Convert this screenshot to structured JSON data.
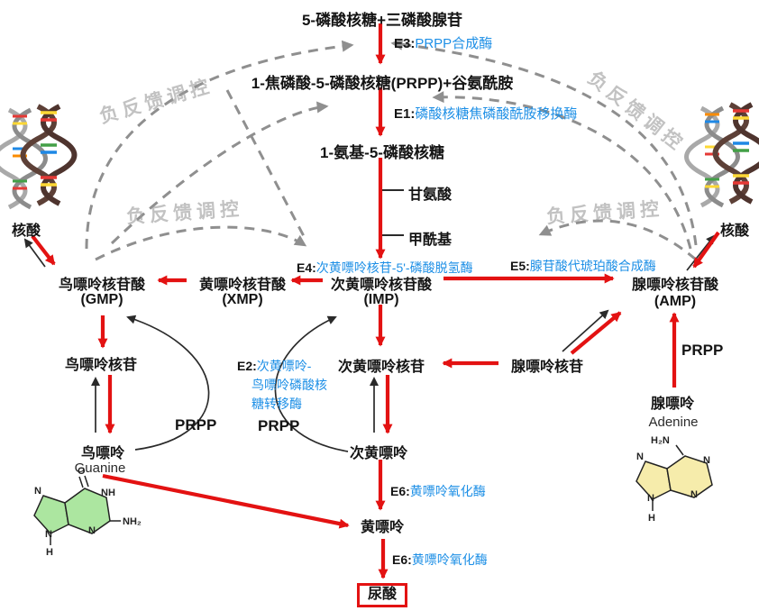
{
  "watermark_text": "负反馈调控",
  "nodes": {
    "start": "5-磷酸核糖+三磷酸腺苷",
    "prpp_glutamine": "1-焦磷酸-5-磷酸核糖(PRPP)+谷氨酰胺",
    "amino_ribose": "1-氨基-5-磷酸核糖",
    "glycine": "甘氨酸",
    "formyl": "甲酰基",
    "gmp": "鸟嘌呤核苷酸",
    "gmp_abbr": "(GMP)",
    "xmp": "黄嘌呤核苷酸",
    "xmp_abbr": "(XMP)",
    "imp": "次黄嘌呤核苷酸",
    "imp_abbr": "(IMP)",
    "amp": "腺嘌呤核苷酸",
    "amp_abbr": "(AMP)",
    "guanosine": "鸟嘌呤核苷",
    "inosine": "次黄嘌呤核苷",
    "adenosine": "腺嘌呤核苷",
    "guanine": "鸟嘌呤",
    "guanine_en": "Guanine",
    "hypoxanthine": "次黄嘌呤",
    "adenine": "腺嘌呤",
    "adenine_en": "Adenine",
    "xanthine": "黄嘌呤",
    "uric_acid": "尿酸",
    "nucleic_acid": "核酸",
    "prpp": "PRPP"
  },
  "enzymes": {
    "e3": {
      "id": "E3:",
      "name": "PRPP合成酶"
    },
    "e1": {
      "id": "E1:",
      "name": "磷酸核糖焦磷酸酰胺移换酶"
    },
    "e4": {
      "id": "E4:",
      "name": "次黄嘌呤核苷-5'-磷酸脱氢酶"
    },
    "e5": {
      "id": "E5:",
      "name": "腺苷酸代琥珀酸合成酶"
    },
    "e2": {
      "id": "E2:",
      "line1": "次黄嘌呤-",
      "line2": "鸟嘌呤磷酸核",
      "line3": "糖转移酶"
    },
    "e6_upper": {
      "id": "E6:",
      "name": "黄嘌呤氧化酶"
    },
    "e6_lower": {
      "id": "E6:",
      "name": "黄嘌呤氧化酶"
    }
  },
  "structures": {
    "guanine": {
      "o": "O",
      "nh": "NH",
      "nh2": "NH₂",
      "n_bottom": "N",
      "n_left": "N",
      "n_low": "N",
      "h": "H"
    },
    "adenine": {
      "h2n": "H₂N",
      "n_right": "N",
      "n_bottom": "N",
      "n_left": "N",
      "n_low": "N",
      "h": "H"
    }
  },
  "colors": {
    "enzyme_blue": "#1d8fe6",
    "arrow_red": "#e31212",
    "dashed_gray": "#8f8f8f",
    "guanine_fill": "#ace6a0",
    "adenine_fill": "#f6ecab"
  }
}
